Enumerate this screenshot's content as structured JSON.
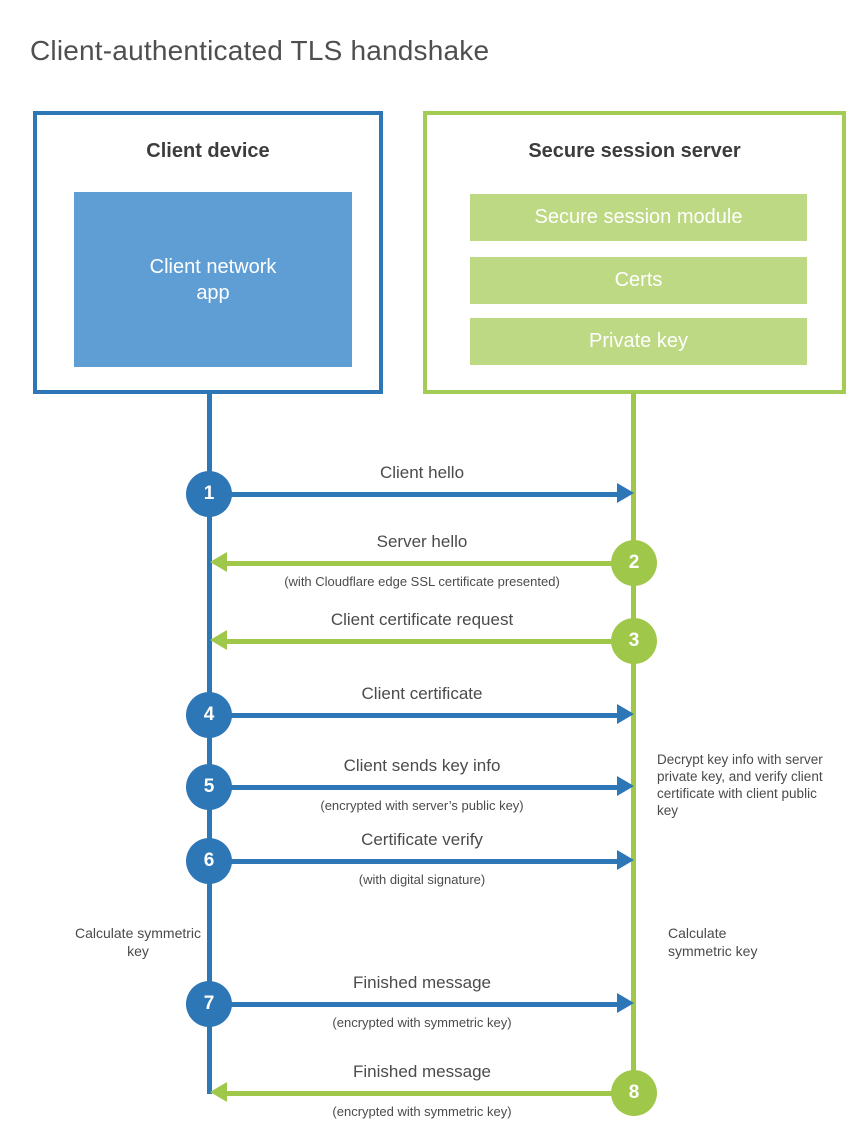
{
  "title": "Client-authenticated TLS handshake",
  "colors": {
    "client_blue": "#2e77b6",
    "client_blue_fill": "#5f9ed5",
    "server_green": "#9fc84a",
    "server_green_border": "#a3cc55",
    "server_green_fill": "#bed983",
    "text_gray": "#4b4b4b"
  },
  "client_box": {
    "title": "Client device",
    "app_label": "Client network app"
  },
  "server_box": {
    "title": "Secure session server",
    "modules": [
      "Secure session module",
      "Certs",
      "Private key"
    ]
  },
  "steps": [
    {
      "number": "1",
      "label": "Client hello",
      "from": "client",
      "to": "server"
    },
    {
      "number": "2",
      "label": "Server hello",
      "sublabel": "(with Cloudflare edge SSL certificate presented)",
      "from": "server",
      "to": "client"
    },
    {
      "number": "3",
      "label": "Client certificate request",
      "from": "server",
      "to": "client"
    },
    {
      "number": "4",
      "label": "Client certificate",
      "from": "client",
      "to": "server"
    },
    {
      "number": "5",
      "label": "Client sends key info",
      "sublabel": "(encrypted with server’s public key)",
      "from": "client",
      "to": "server"
    },
    {
      "number": "6",
      "label": "Certificate verify",
      "sublabel": "(with digital signature)",
      "from": "client",
      "to": "server"
    },
    {
      "number": "7",
      "label": "Finished message",
      "sublabel": "(encrypted with symmetric key)",
      "from": "client",
      "to": "server"
    },
    {
      "number": "8",
      "label": "Finished message",
      "sublabel": "(encrypted with symmetric key)",
      "from": "server",
      "to": "client"
    }
  ],
  "annotations": {
    "decrypt_note": "Decrypt key info with server private key, and verify client certificate with client public key",
    "calc_left": "Calculate symmetric key",
    "calc_right": "Calculate symmetric key"
  }
}
